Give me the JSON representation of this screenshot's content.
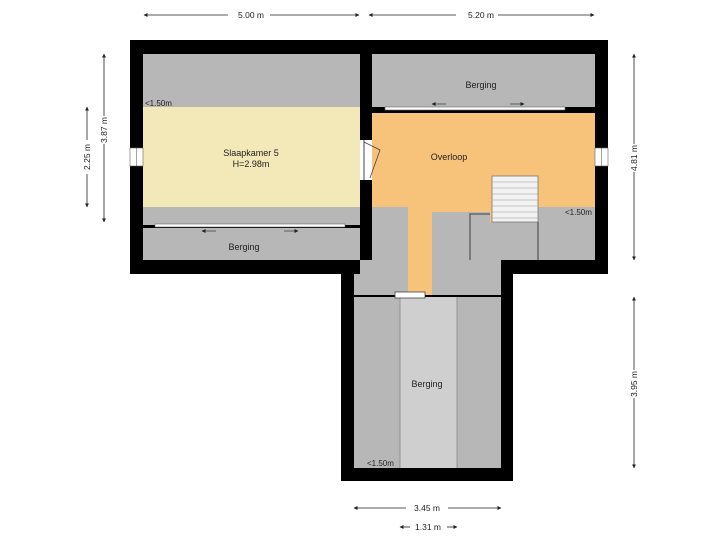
{
  "rooms": {
    "slaapkamer": {
      "name": "Slaapkamer 5",
      "height": "H=2.98m"
    },
    "overloop": {
      "name": "Overloop"
    },
    "berging_top": {
      "name": "Berging"
    },
    "berging_left": {
      "name": "Berging"
    },
    "berging_bottom": {
      "name": "Berging"
    }
  },
  "notes": {
    "left_top": "<1.50m",
    "right_mid": "<1.50m",
    "bottom_left": "<1.50m"
  },
  "dimensions": {
    "top_left": "5.00 m",
    "top_right": "5.20 m",
    "left_outer": "3.87 m",
    "left_inner": "2.25 m",
    "right_upper": "4.81 m",
    "right_lower": "3.95 m",
    "bottom_outer": "3.45 m",
    "bottom_inner": "1.31 m"
  },
  "colors": {
    "wall": "#000000",
    "bedroom": "#f3e8b8",
    "hallway": "#f7c27a",
    "storage": "#b7b7b7",
    "storage_light": "#cfcfcf"
  }
}
